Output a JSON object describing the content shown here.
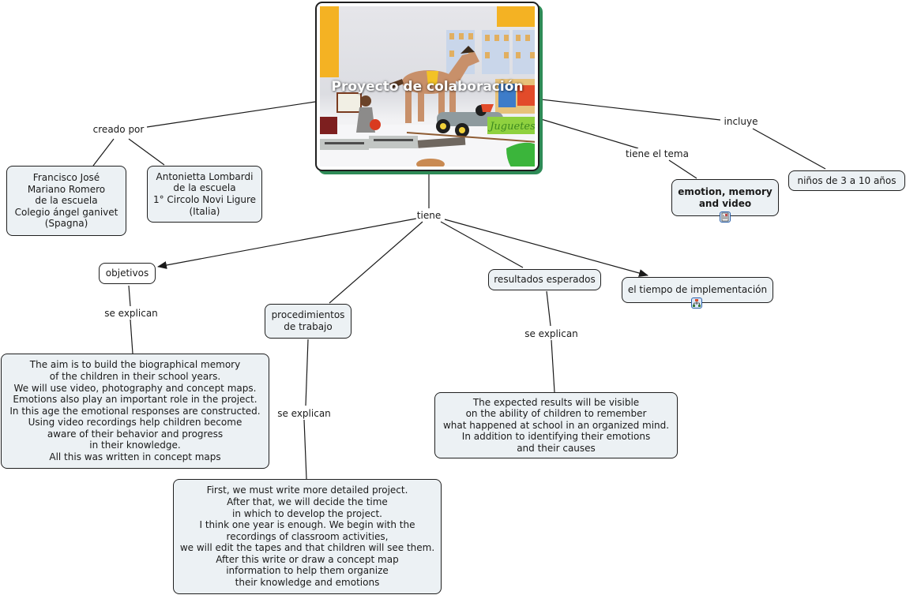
{
  "map": {
    "main_concept": "Proyecto de colaboración",
    "main_image_alt": "Juguetes",
    "main_image_sign": "Juguetes",
    "concepts": {
      "author1": "Francisco José\nMariano Romero\nde la escuela\nColegio ángel ganivet\n(Spagna)",
      "author2": "Antonietta Lombardi\nde la escuela\n1° Circolo Novi Ligure\n(Italia)",
      "theme": "emotion, memory\nand video",
      "ages": "niños de 3 a 10 años",
      "objetivos": "objetivos",
      "procedimientos": "procedimientos\nde trabajo",
      "resultados": "resultados esperados",
      "tiempo": "el tiempo de implementación",
      "objetivos_text": "The aim is to build the biographical memory\nof the children in their school years.\nWe will use video, photography and concept maps.\nEmotions also play an important role in the project.\nIn this age the emotional responses are constructed.\nUsing video recordings help children become\naware of their behavior and progress\nin their knowledge.\nAll this was written in concept maps",
      "procedimientos_text": "First, we must write more detailed project.\nAfter that, we will decide the time\nin which to develop the project.\nI think one year is enough. We begin with the\nrecordings of classroom activities,\nwe will edit the tapes and that children will see them.\nAfter this write or draw a concept map\ninformation to help them organize\ntheir knowledge and emotions",
      "resultados_text": "The expected results will be visible\non the ability of children to remember\nwhat happened at school in an organized mind.\nIn addition to identifying their emotions\nand their causes"
    },
    "linking_phrases": {
      "creado_por": "creado por",
      "incluye": "incluye",
      "tiene_el_tema": "tiene el tema",
      "tiene": "tiene",
      "se_explican_1": "se explican",
      "se_explican_2": "se explican",
      "se_explican_3": "se explican"
    },
    "resource_icons": {
      "theme": "document-image-icon",
      "tiempo": "concept-map-icon"
    },
    "colors": {
      "node_fill": "#ecf1f4",
      "node_border": "#1f1f1f",
      "main_shadow": "#2e8b57",
      "line": "#1a1a1a"
    }
  }
}
